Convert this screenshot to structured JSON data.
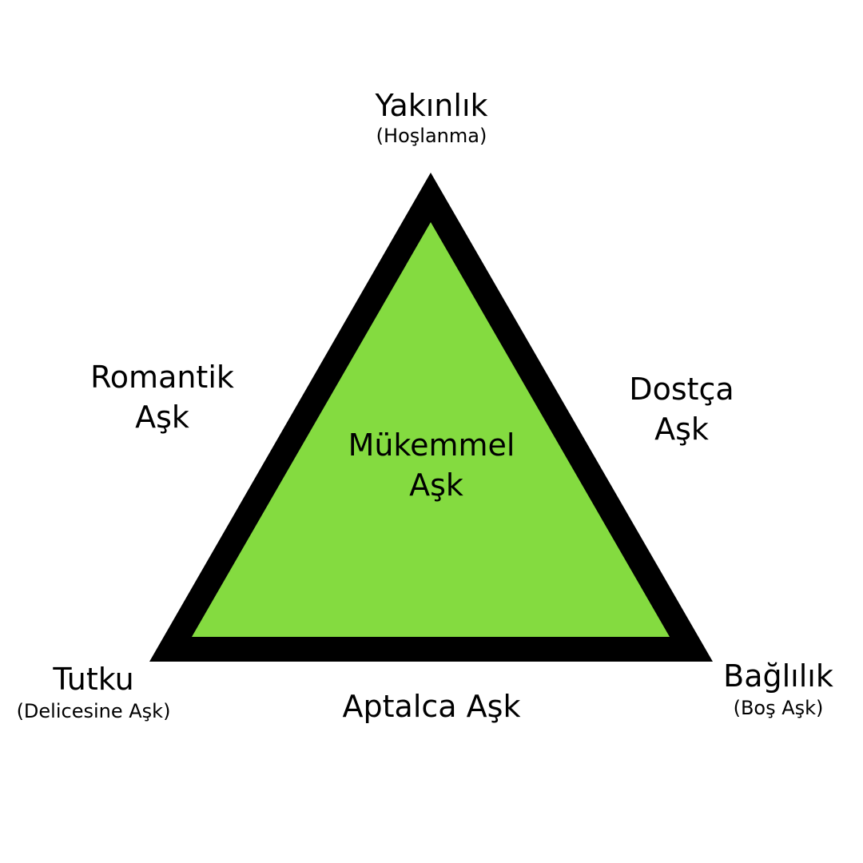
{
  "colors": {
    "fill": "#84db40",
    "stroke": "#000000"
  },
  "vertices": {
    "top": {
      "label": "Yakınlık",
      "sub": "(Hoşlanma)"
    },
    "left": {
      "label": "Tutku",
      "sub": "(Delicesine Aşk)"
    },
    "right": {
      "label": "Bağlılık",
      "sub": "(Boş Aşk)"
    }
  },
  "edges": {
    "left": {
      "line1": "Romantik",
      "line2": "Aşk"
    },
    "right": {
      "line1": "Dostça",
      "line2": "Aşk"
    },
    "bottom": "Aptalca Aşk"
  },
  "center": {
    "line1": "Mükemmel",
    "line2": "Aşk"
  }
}
